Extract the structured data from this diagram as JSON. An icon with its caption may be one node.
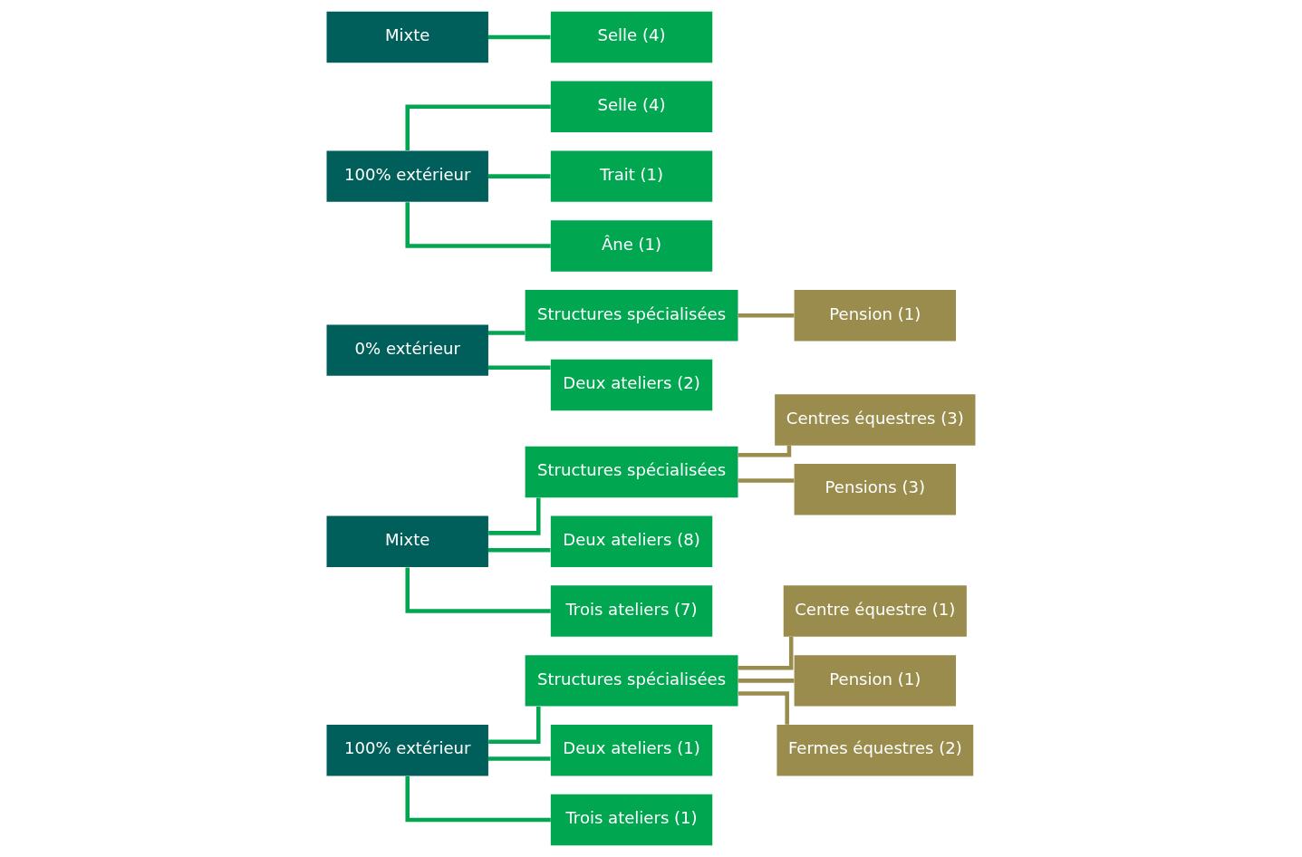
{
  "diagram": {
    "nodes": [
      {
        "text": [
          "100% extérieur"
        ]
      },
      {
        "text": [
          "Structures spécialisées"
        ]
      },
      {
        "text": [
          "Deux ateliers (1)"
        ]
      },
      {
        "text": [
          "Trois ateliers (1)"
        ]
      },
      {
        "text": [
          "Centre équestre (1)"
        ]
      },
      {
        "text": [
          "Pension (1)"
        ]
      },
      {
        "text": [
          "Fermes équestres (2)"
        ]
      },
      {
        "text": [
          "Mixte"
        ]
      },
      {
        "text": [
          "Structures spécialisées"
        ]
      },
      {
        "text": [
          "Deux ateliers (8)"
        ]
      },
      {
        "text": [
          "Trois ateliers (7)"
        ]
      },
      {
        "text": [
          "Centres équestres (3)"
        ]
      },
      {
        "text": [
          "Pensions (3)"
        ]
      },
      {
        "text": [
          "0% extérieur"
        ]
      },
      {
        "text": [
          "Structures spécialisées"
        ]
      },
      {
        "text": [
          "Deux ateliers (2)"
        ]
      },
      {
        "text": [
          "Pension (1)"
        ]
      },
      {
        "text": [
          "100% extérieur"
        ]
      },
      {
        "text": [
          "Selle (4)"
        ]
      },
      {
        "text": [
          "Trait (1)"
        ]
      },
      {
        "text": [
          "Âne (1)"
        ]
      },
      {
        "text": [
          "Mixte"
        ]
      },
      {
        "text": [
          "Selle (4)"
        ]
      }
    ],
    "edges": [
      {
        "from": 0,
        "to": 1,
        "arrow": "none"
      },
      {
        "from": 0,
        "to": 2,
        "arrow": "none"
      },
      {
        "from": 0,
        "to": 3,
        "arrow": "none"
      },
      {
        "from": 1,
        "to": 4,
        "arrow": "none",
        "color": "#998c4c"
      },
      {
        "from": 1,
        "to": 5,
        "arrow": "none",
        "color": "#998c4c"
      },
      {
        "from": 1,
        "to": 6,
        "arrow": "none",
        "color": "#998c4c"
      },
      {
        "from": 7,
        "to": 8,
        "arrow": "none"
      },
      {
        "from": 7,
        "to": 9,
        "arrow": "none"
      },
      {
        "from": 7,
        "to": 10,
        "arrow": "none"
      },
      {
        "from": 8,
        "to": 11,
        "arrow": "none",
        "color": "#998c4c"
      },
      {
        "from": 8,
        "to": 12,
        "arrow": "none",
        "color": "#998c4c"
      },
      {
        "from": 13,
        "to": 14,
        "arrow": "none"
      },
      {
        "from": 13,
        "to": 15,
        "arrow": "none"
      },
      {
        "from": 14,
        "to": 16,
        "arrow": "none",
        "color": "#998c4c"
      },
      {
        "from": 17,
        "to": 18,
        "arrow": "none"
      },
      {
        "from": 17,
        "to": 19,
        "arrow": "none"
      },
      {
        "from": 17,
        "to": 20,
        "arrow": "none"
      },
      {
        "from": 21,
        "to": 22,
        "arrow": "none"
      }
    ]
  }
}
